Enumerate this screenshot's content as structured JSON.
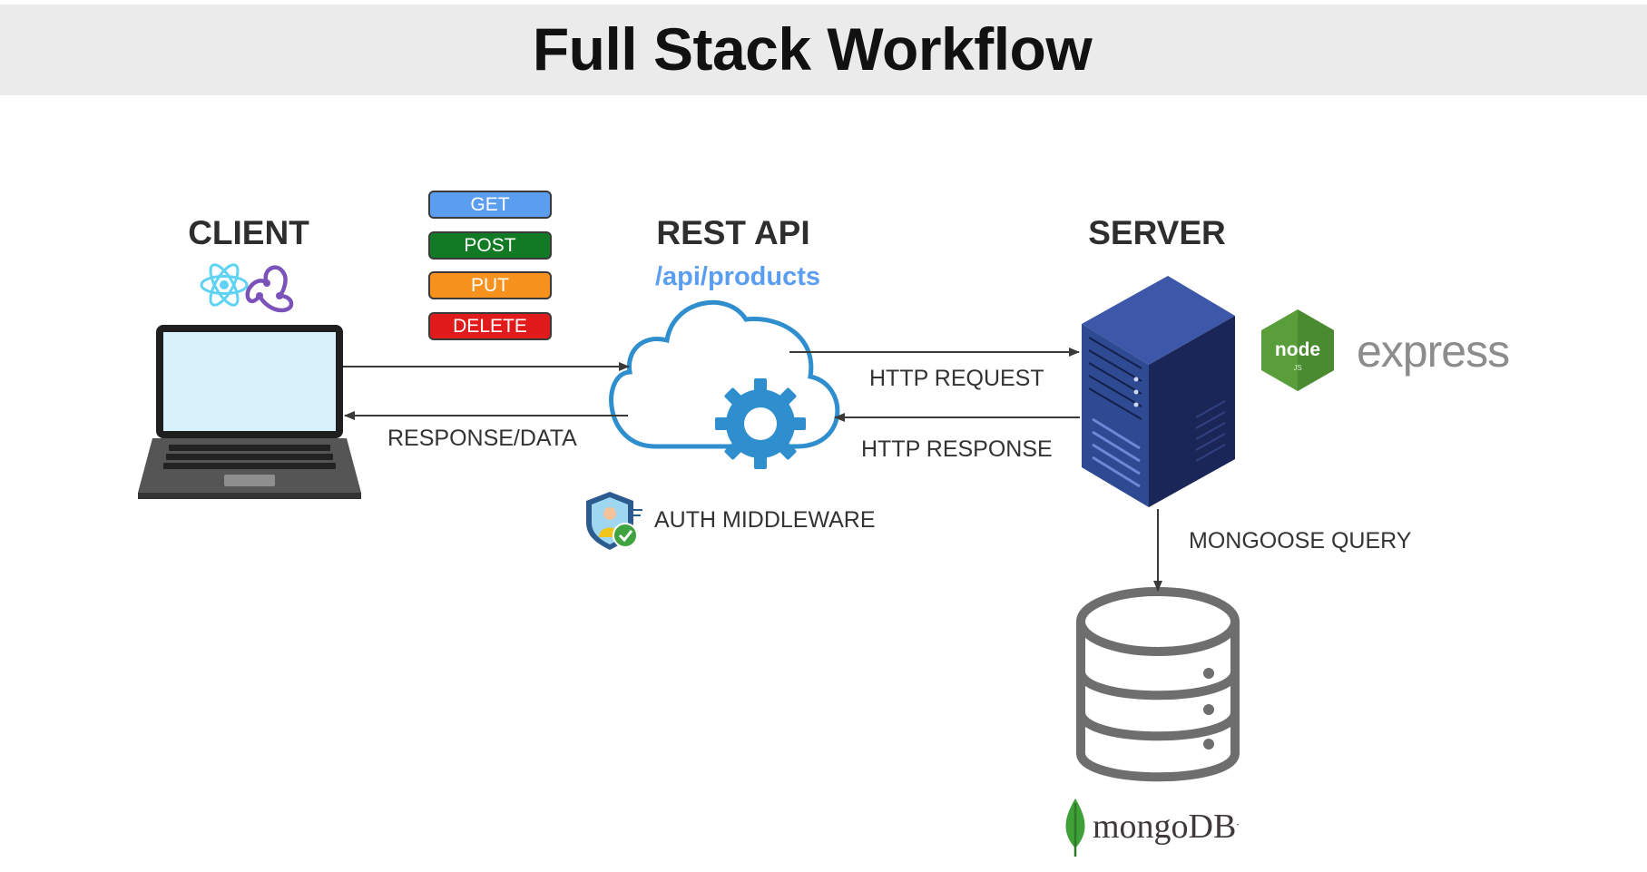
{
  "title": "Full Stack Workflow",
  "client": {
    "heading": "CLIENT",
    "icons": [
      "react-icon",
      "redux-icon",
      "laptop-icon"
    ]
  },
  "methods": [
    {
      "label": "GET",
      "color": "#5b9ef0"
    },
    {
      "label": "POST",
      "color": "#127a24"
    },
    {
      "label": "PUT",
      "color": "#f7921e"
    },
    {
      "label": "DELETE",
      "color": "#e11b1b"
    }
  ],
  "rest_api": {
    "heading": "REST API",
    "endpoint": "/api/products",
    "icons": [
      "cloud-gear-icon"
    ]
  },
  "server": {
    "heading": "SERVER",
    "icons": [
      "server-rack-icon",
      "nodejs-icon"
    ],
    "express_label": "express"
  },
  "flows": {
    "response_data": "RESPONSE/DATA",
    "http_request": "HTTP REQUEST",
    "http_response": "HTTP RESPONSE",
    "mongoose_query": "MONGOOSE QUERY"
  },
  "auth": {
    "label": "AUTH MIDDLEWARE",
    "icon": "shield-user-icon"
  },
  "database": {
    "icons": [
      "database-icon",
      "mongodb-leaf-icon"
    ],
    "brand": "mongoDB",
    "brand_mark": "."
  },
  "colors": {
    "title_bar": "#ebebeb",
    "endpoint": "#5b9ef0",
    "cloud_gear": "#2f8fce",
    "laptop_screen": "#d8f2fb",
    "server": "#2b3b78",
    "node_green": "#5a9e3c",
    "mongo_green": "#3fa037"
  }
}
